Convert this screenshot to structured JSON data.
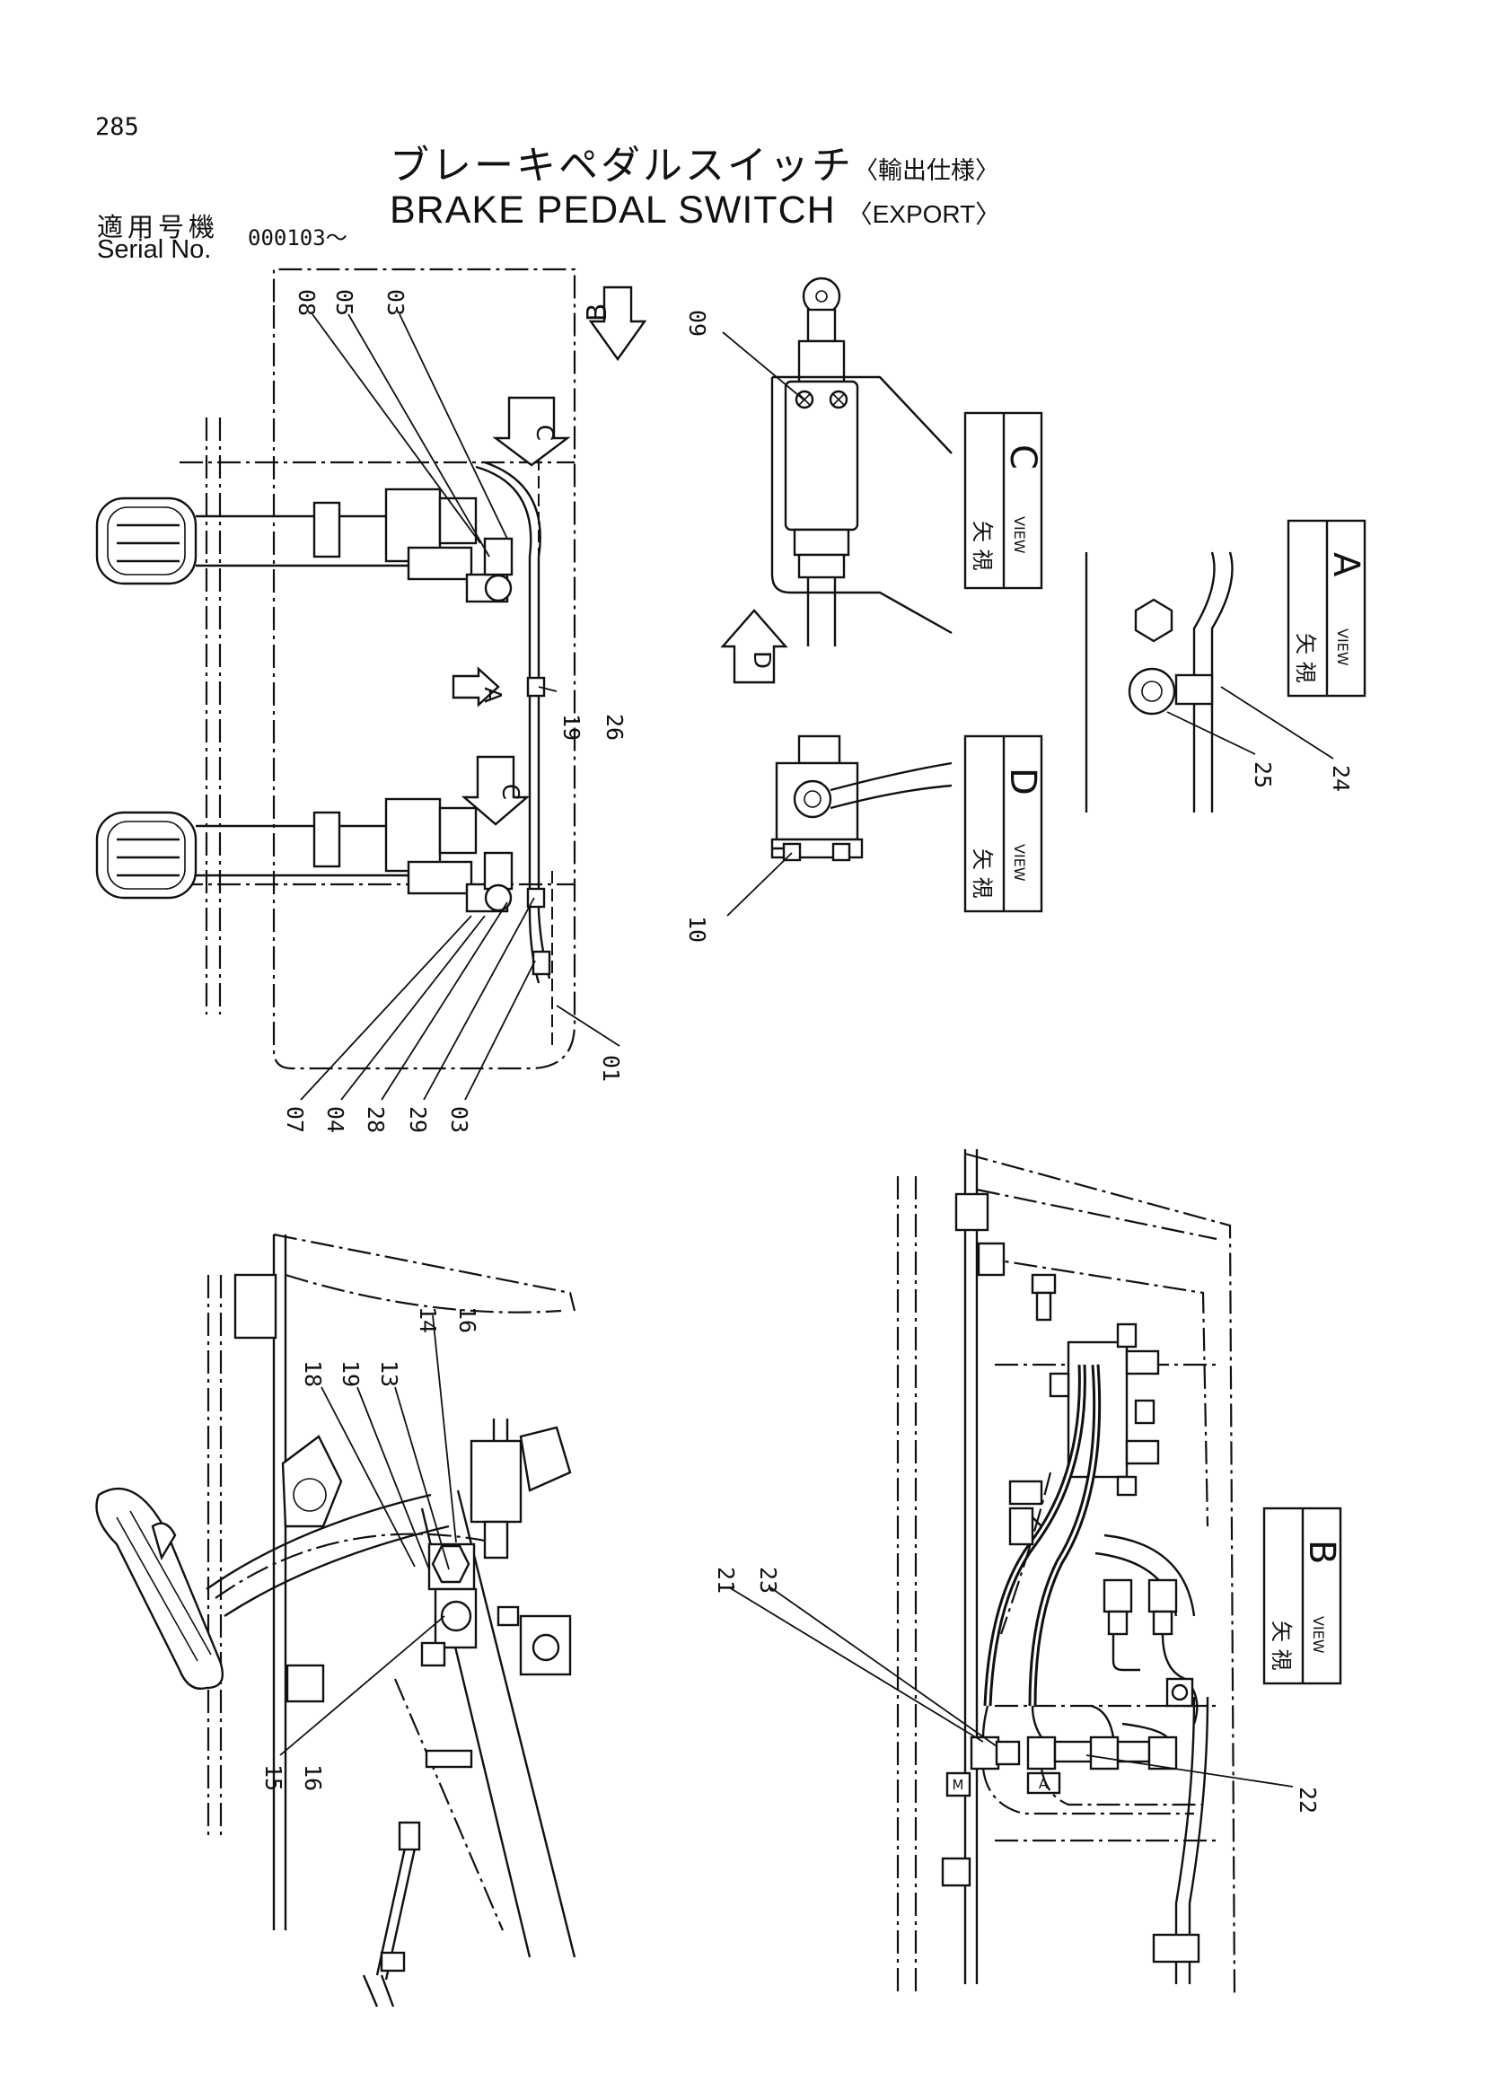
{
  "page_number": "285",
  "title": {
    "jp_main": "ブレーキペダルスイッチ",
    "jp_sub": "〈輸出仕様〉",
    "en_main": "BRAKE PEDAL SWITCH",
    "en_sub": "〈EXPORT〉"
  },
  "serial": {
    "jp_label": "適用号機",
    "en_label": "Serial No.",
    "value": "000103～"
  },
  "views": {
    "word_jp": "矢 視",
    "word_en": "VIEW",
    "a": "A",
    "b": "B",
    "c": "C",
    "d": "D"
  },
  "arrows": {
    "a": "A",
    "b": "B",
    "c": "C",
    "d": "D"
  },
  "callouts": {
    "c01": "01",
    "c03": "03",
    "c03b": "03",
    "c04": "04",
    "c05": "05",
    "c07": "07",
    "c08": "08",
    "c09": "09",
    "c10": "10",
    "c13": "13",
    "c14": "14",
    "c15": "15",
    "c16": "16",
    "c16b": "16",
    "c18": "18",
    "c19": "19",
    "c19b": "19",
    "c21": "21",
    "c22": "22",
    "c23": "23",
    "c24": "24",
    "c25": "25",
    "c26": "26",
    "c28": "28",
    "c29": "29"
  },
  "connectors": {
    "m": "M",
    "a": "A"
  }
}
